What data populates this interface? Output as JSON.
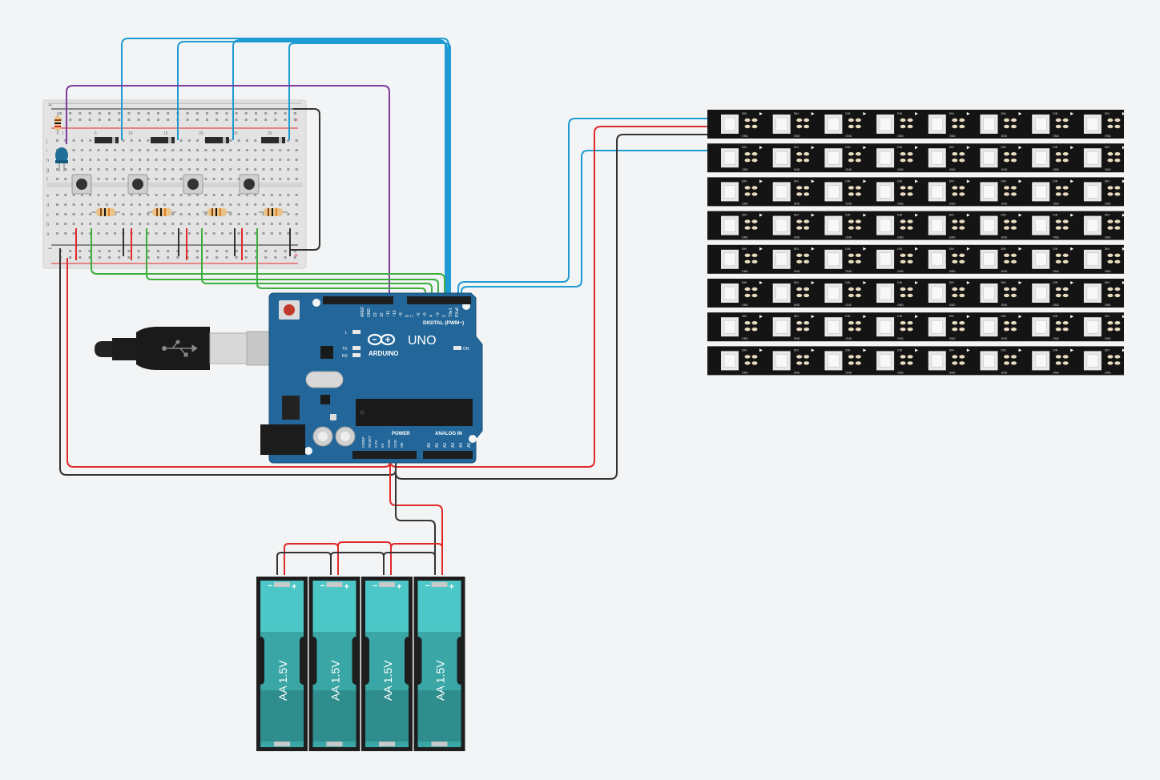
{
  "colors": {
    "background": "#f2f4f5",
    "wire_blue": "#1e9bd2",
    "wire_purple": "#7f3ba0",
    "wire_green": "#3cae3c",
    "wire_red": "#e02a2a",
    "wire_black": "#333333",
    "board_blue": "#23679a",
    "strip_black": "#141414",
    "battery_teal": "#3aa6a6"
  },
  "arduino": {
    "brand": "ARDUINO",
    "model": "UNO",
    "digital_header": "DIGITAL (PWM~)",
    "power_header": "POWER",
    "analog_header": "ANALOG IN",
    "led_on": "ON",
    "led_l": "L",
    "led_tx": "TX",
    "led_rx": "RX",
    "digital_pins": [
      "AREF",
      "GND",
      "13",
      "12",
      "~11",
      "~10",
      "~9",
      "8",
      "7",
      "~6",
      "~5",
      "4",
      "~3",
      "2",
      "TX▸1",
      "RX◂0"
    ],
    "power_pins": [
      "IOREF",
      "RESET",
      "3.3V",
      "5V",
      "GND",
      "GND",
      "Vin"
    ],
    "analog_pins": [
      "A0",
      "A1",
      "A2",
      "A3",
      "A4",
      "A5"
    ]
  },
  "breadboard": {
    "rail_plus": "+",
    "rail_minus": "−",
    "row_letters_top": [
      "j",
      "i",
      "h",
      "g",
      "f"
    ],
    "row_letters_bottom": [
      "e",
      "d",
      "c",
      "b",
      "a"
    ],
    "column_numbers": [
      "1",
      "5",
      "10",
      "15",
      "20",
      "25",
      "30"
    ],
    "buttons": 4,
    "resistors": 5,
    "diodes": 4
  },
  "led_strips": {
    "rows": 8,
    "pixels_per_row": 8,
    "pin_labels": [
      "DIN",
      "DO",
      "+5V",
      "GND"
    ]
  },
  "batteries": {
    "count": 4,
    "label": "AA 1.5V",
    "plus": "+",
    "minus": "−"
  }
}
